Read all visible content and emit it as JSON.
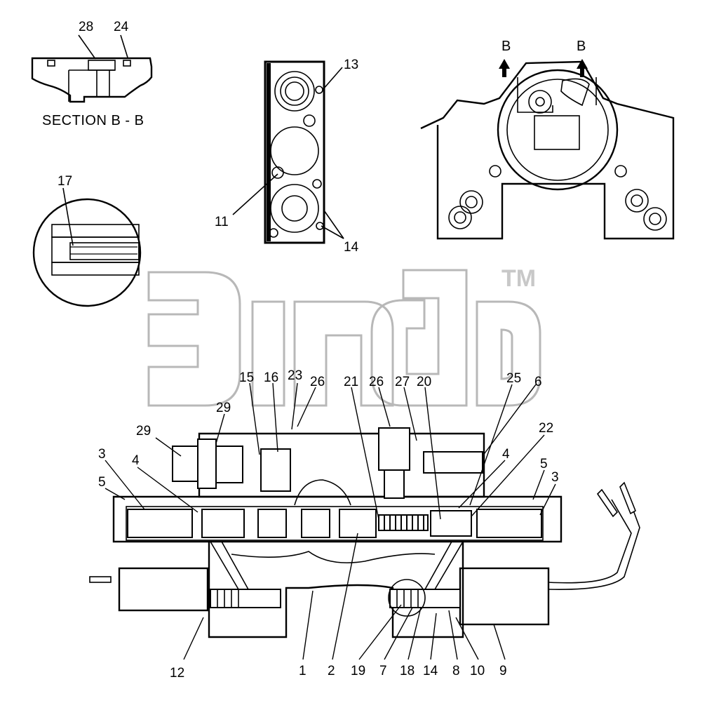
{
  "section_label": "SECTION  B - B",
  "section_markers": [
    "B",
    "B"
  ],
  "trademark": "TM",
  "parts": {
    "p28": "28",
    "p24": "24",
    "p13": "13",
    "p11": "11",
    "p14_top": "14",
    "p17": "17",
    "p15": "15",
    "p16": "16",
    "p23": "23",
    "p26_left": "26",
    "p21": "21",
    "p26_mid": "26",
    "p27": "27",
    "p20": "20",
    "p25": "25",
    "p6": "6",
    "p29_upper": "29",
    "p29_lower": "29",
    "p22": "22",
    "p3_left": "3",
    "p4_left": "4",
    "p5_left": "5",
    "p4_right": "4",
    "p5_right": "5",
    "p3_right": "3",
    "p12": "12",
    "p1": "1",
    "p2": "2",
    "p19": "19",
    "p7": "7",
    "p18": "18",
    "p14_bottom": "14",
    "p8": "8",
    "p10": "10",
    "p9": "9"
  }
}
